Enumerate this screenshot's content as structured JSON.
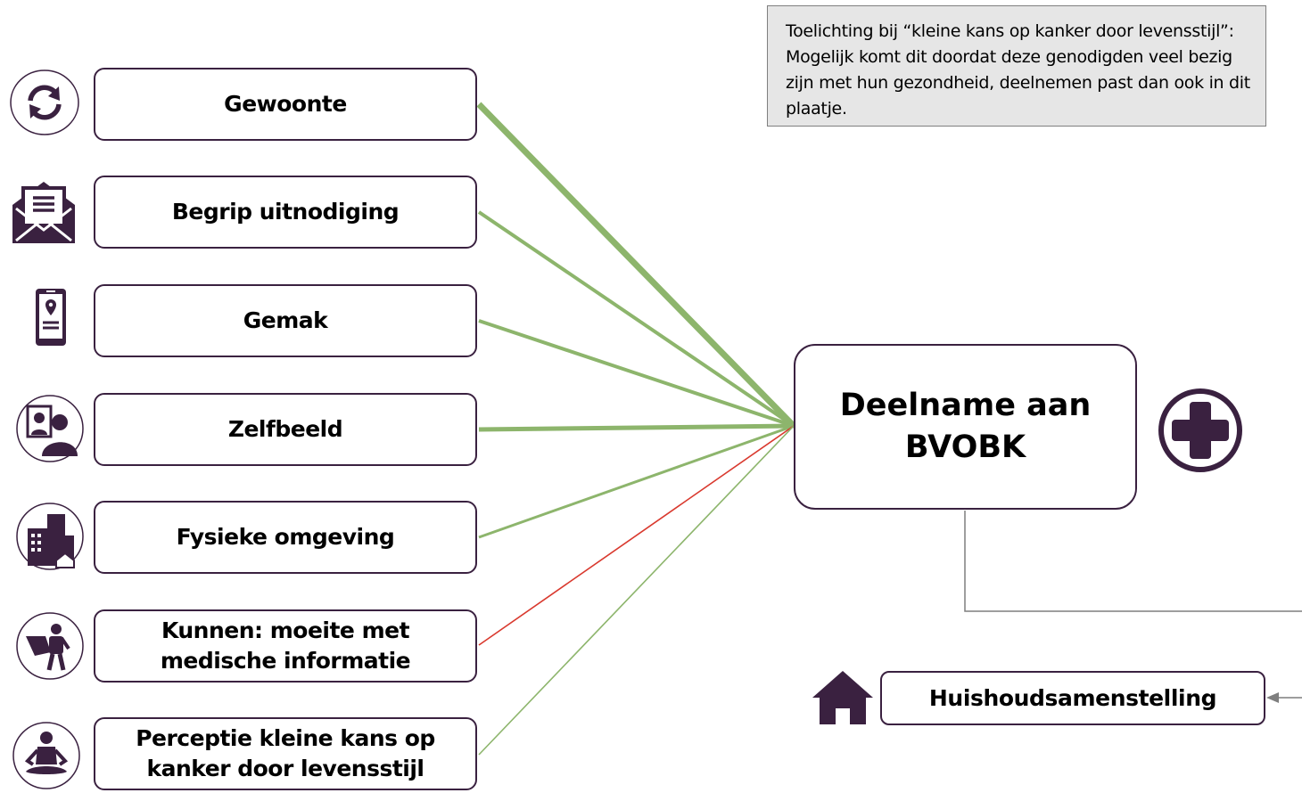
{
  "colors": {
    "dark_purple": "#3a2140",
    "positive_link": "#8db56c",
    "negative_link": "#d9392e",
    "note_background": "#e6e6e6",
    "neutral_link": "#7f7f7f"
  },
  "note": {
    "text": "Toelichting bij “kleine kans op kanker door levensstijl”: Mogelijk komt dit doordat deze genodigden veel bezig zijn met hun gezondheid, deelnemen past dan ook in dit plaatje."
  },
  "factors": [
    {
      "label": "Gewoonte",
      "icon": "refresh-cycle-icon",
      "link": "positive"
    },
    {
      "label": "Begrip uitnodiging",
      "icon": "envelope-letter-icon",
      "link": "positive"
    },
    {
      "label": "Gemak",
      "icon": "smartphone-location-icon",
      "link": "positive"
    },
    {
      "label": "Zelfbeeld",
      "icon": "person-mirror-icon",
      "link": "positive"
    },
    {
      "label": "Fysieke omgeving",
      "icon": "city-buildings-icon",
      "link": "positive"
    },
    {
      "label": "Kunnen: moeite met medische informatie",
      "icon": "superhero-icon",
      "link": "negative"
    },
    {
      "label": "Perceptie kleine kans op kanker door levensstijl",
      "icon": "meditation-icon",
      "link": "positive"
    }
  ],
  "outcome": {
    "label": "Deelname aan BVOBK",
    "icon": "plus-circle-icon"
  },
  "household": {
    "label": "Huishoudsamenstelling",
    "icon": "house-icon"
  }
}
